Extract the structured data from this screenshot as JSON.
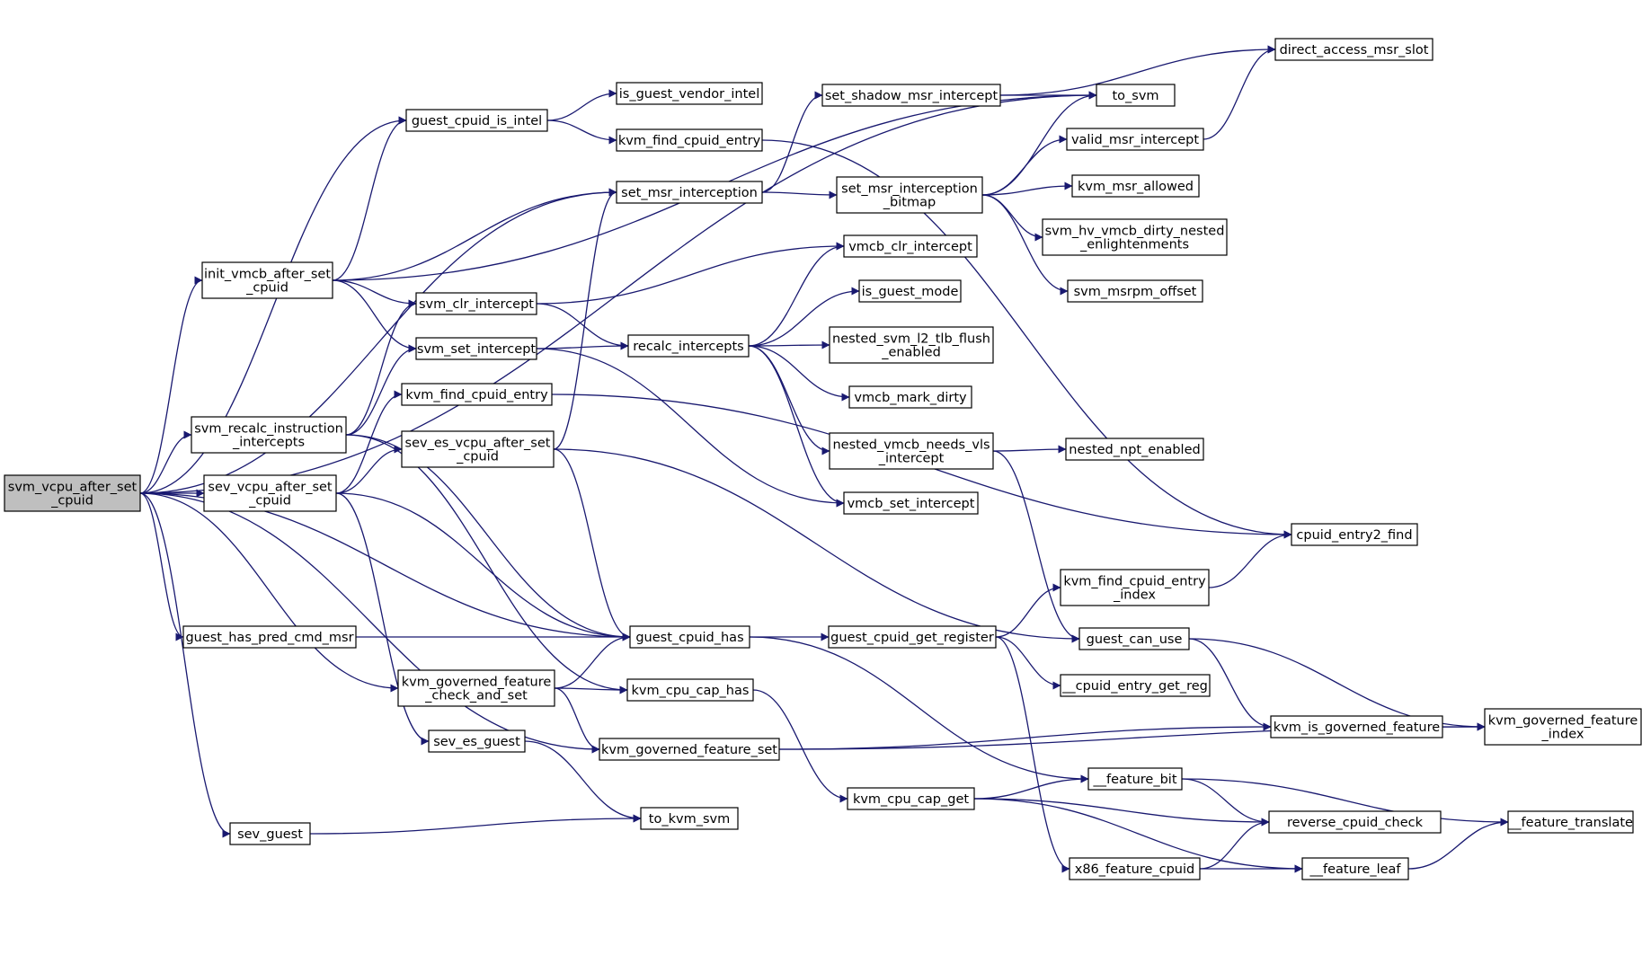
{
  "graph": {
    "type": "call-graph",
    "edge_color": "#191970",
    "root_fill": "#bfbfbf",
    "nodes": [
      {
        "id": "svm_vcpu_after_set_cpuid",
        "lines": [
          "svm_vcpu_after_set",
          "_cpuid"
        ],
        "root": true
      },
      {
        "id": "init_vmcb_after_set_cpuid",
        "lines": [
          "init_vmcb_after_set",
          "_cpuid"
        ]
      },
      {
        "id": "svm_recalc_instruction_intercepts",
        "lines": [
          "svm_recalc_instruction",
          "_intercepts"
        ]
      },
      {
        "id": "sev_vcpu_after_set_cpuid",
        "lines": [
          "sev_vcpu_after_set",
          "_cpuid"
        ]
      },
      {
        "id": "guest_has_pred_cmd_msr",
        "lines": [
          "guest_has_pred_cmd_msr"
        ]
      },
      {
        "id": "sev_guest",
        "lines": [
          "sev_guest"
        ]
      },
      {
        "id": "guest_cpuid_is_intel",
        "lines": [
          "guest_cpuid_is_intel"
        ]
      },
      {
        "id": "svm_clr_intercept",
        "lines": [
          "svm_clr_intercept"
        ]
      },
      {
        "id": "svm_set_intercept",
        "lines": [
          "svm_set_intercept"
        ]
      },
      {
        "id": "kvm_find_cpuid_entry_a",
        "lines": [
          "kvm_find_cpuid_entry"
        ]
      },
      {
        "id": "sev_es_vcpu_after_set_cpuid",
        "lines": [
          "sev_es_vcpu_after_set",
          "_cpuid"
        ]
      },
      {
        "id": "kvm_governed_feature_check_and_set",
        "lines": [
          "kvm_governed_feature",
          "_check_and_set"
        ]
      },
      {
        "id": "sev_es_guest",
        "lines": [
          "sev_es_guest"
        ]
      },
      {
        "id": "is_guest_vendor_intel",
        "lines": [
          "is_guest_vendor_intel"
        ]
      },
      {
        "id": "kvm_find_cpuid_entry_b",
        "lines": [
          "kvm_find_cpuid_entry"
        ]
      },
      {
        "id": "set_msr_interception",
        "lines": [
          "set_msr_interception"
        ]
      },
      {
        "id": "recalc_intercepts",
        "lines": [
          "recalc_intercepts"
        ]
      },
      {
        "id": "guest_cpuid_has",
        "lines": [
          "guest_cpuid_has"
        ]
      },
      {
        "id": "kvm_cpu_cap_has",
        "lines": [
          "kvm_cpu_cap_has"
        ]
      },
      {
        "id": "kvm_governed_feature_set",
        "lines": [
          "kvm_governed_feature_set"
        ]
      },
      {
        "id": "to_kvm_svm",
        "lines": [
          "to_kvm_svm"
        ]
      },
      {
        "id": "set_shadow_msr_intercept",
        "lines": [
          "set_shadow_msr_intercept"
        ]
      },
      {
        "id": "set_msr_interception_bitmap",
        "lines": [
          "set_msr_interception",
          "_bitmap"
        ]
      },
      {
        "id": "vmcb_clr_intercept",
        "lines": [
          "vmcb_clr_intercept"
        ]
      },
      {
        "id": "is_guest_mode",
        "lines": [
          "is_guest_mode"
        ]
      },
      {
        "id": "nested_svm_l2_tlb_flush_enabled",
        "lines": [
          "nested_svm_l2_tlb_flush",
          "_enabled"
        ]
      },
      {
        "id": "vmcb_mark_dirty",
        "lines": [
          "vmcb_mark_dirty"
        ]
      },
      {
        "id": "nested_vmcb_needs_vls_intercept",
        "lines": [
          "nested_vmcb_needs_vls",
          "_intercept"
        ]
      },
      {
        "id": "vmcb_set_intercept",
        "lines": [
          "vmcb_set_intercept"
        ]
      },
      {
        "id": "guest_cpuid_get_register",
        "lines": [
          "guest_cpuid_get_register"
        ]
      },
      {
        "id": "kvm_cpu_cap_get",
        "lines": [
          "kvm_cpu_cap_get"
        ]
      },
      {
        "id": "to_svm",
        "lines": [
          "to_svm"
        ]
      },
      {
        "id": "valid_msr_intercept",
        "lines": [
          "valid_msr_intercept"
        ]
      },
      {
        "id": "kvm_msr_allowed",
        "lines": [
          "kvm_msr_allowed"
        ]
      },
      {
        "id": "svm_hv_vmcb_dirty_nested_enlightenments",
        "lines": [
          "svm_hv_vmcb_dirty_nested",
          "_enlightenments"
        ]
      },
      {
        "id": "svm_msrpm_offset",
        "lines": [
          "svm_msrpm_offset"
        ]
      },
      {
        "id": "nested_npt_enabled",
        "lines": [
          "nested_npt_enabled"
        ]
      },
      {
        "id": "kvm_find_cpuid_entry_index",
        "lines": [
          "kvm_find_cpuid_entry",
          "_index"
        ]
      },
      {
        "id": "guest_can_use",
        "lines": [
          "guest_can_use"
        ]
      },
      {
        "id": "cpuid_entry_get_reg",
        "lines": [
          "__cpuid_entry_get_reg"
        ]
      },
      {
        "id": "kvm_is_governed_feature",
        "lines": [
          "kvm_is_governed_feature"
        ]
      },
      {
        "id": "feature_bit",
        "lines": [
          "__feature_bit"
        ]
      },
      {
        "id": "reverse_cpuid_check",
        "lines": [
          "reverse_cpuid_check"
        ]
      },
      {
        "id": "x86_feature_cpuid",
        "lines": [
          "x86_feature_cpuid"
        ]
      },
      {
        "id": "feature_leaf",
        "lines": [
          "__feature_leaf"
        ]
      },
      {
        "id": "direct_access_msr_slot",
        "lines": [
          "direct_access_msr_slot"
        ]
      },
      {
        "id": "cpuid_entry2_find",
        "lines": [
          "cpuid_entry2_find"
        ]
      },
      {
        "id": "kvm_governed_feature_index",
        "lines": [
          "kvm_governed_feature",
          "_index"
        ]
      },
      {
        "id": "feature_translate",
        "lines": [
          "__feature_translate"
        ]
      }
    ],
    "edges": [
      [
        "svm_vcpu_after_set_cpuid",
        "init_vmcb_after_set_cpuid"
      ],
      [
        "svm_vcpu_after_set_cpuid",
        "svm_recalc_instruction_intercepts"
      ],
      [
        "svm_vcpu_after_set_cpuid",
        "sev_vcpu_after_set_cpuid"
      ],
      [
        "svm_vcpu_after_set_cpuid",
        "guest_has_pred_cmd_msr"
      ],
      [
        "svm_vcpu_after_set_cpuid",
        "sev_guest"
      ],
      [
        "svm_vcpu_after_set_cpuid",
        "kvm_governed_feature_check_and_set"
      ],
      [
        "svm_vcpu_after_set_cpuid",
        "kvm_governed_feature_set"
      ],
      [
        "svm_vcpu_after_set_cpuid",
        "guest_cpuid_has"
      ],
      [
        "svm_vcpu_after_set_cpuid",
        "guest_cpuid_is_intel"
      ],
      [
        "svm_vcpu_after_set_cpuid",
        "set_msr_interception"
      ],
      [
        "svm_vcpu_after_set_cpuid",
        "to_svm"
      ],
      [
        "init_vmcb_after_set_cpuid",
        "guest_cpuid_is_intel"
      ],
      [
        "init_vmcb_after_set_cpuid",
        "set_msr_interception"
      ],
      [
        "init_vmcb_after_set_cpuid",
        "svm_clr_intercept"
      ],
      [
        "init_vmcb_after_set_cpuid",
        "svm_set_intercept"
      ],
      [
        "init_vmcb_after_set_cpuid",
        "to_svm"
      ],
      [
        "svm_recalc_instruction_intercepts",
        "svm_clr_intercept"
      ],
      [
        "svm_recalc_instruction_intercepts",
        "svm_set_intercept"
      ],
      [
        "svm_recalc_instruction_intercepts",
        "guest_cpuid_has"
      ],
      [
        "svm_recalc_instruction_intercepts",
        "kvm_cpu_cap_has"
      ],
      [
        "sev_vcpu_after_set_cpuid",
        "kvm_find_cpuid_entry_a"
      ],
      [
        "sev_vcpu_after_set_cpuid",
        "sev_es_vcpu_after_set_cpuid"
      ],
      [
        "sev_vcpu_after_set_cpuid",
        "sev_es_guest"
      ],
      [
        "sev_vcpu_after_set_cpuid",
        "guest_cpuid_has"
      ],
      [
        "guest_has_pred_cmd_msr",
        "guest_cpuid_has"
      ],
      [
        "sev_guest",
        "to_kvm_svm"
      ],
      [
        "guest_cpuid_is_intel",
        "is_guest_vendor_intel"
      ],
      [
        "guest_cpuid_is_intel",
        "kvm_find_cpuid_entry_b"
      ],
      [
        "svm_clr_intercept",
        "vmcb_clr_intercept"
      ],
      [
        "svm_clr_intercept",
        "recalc_intercepts"
      ],
      [
        "svm_set_intercept",
        "recalc_intercepts"
      ],
      [
        "svm_set_intercept",
        "vmcb_set_intercept"
      ],
      [
        "kvm_find_cpuid_entry_a",
        "cpuid_entry2_find"
      ],
      [
        "sev_es_vcpu_after_set_cpuid",
        "set_msr_interception"
      ],
      [
        "sev_es_vcpu_after_set_cpuid",
        "guest_cpuid_has"
      ],
      [
        "sev_es_vcpu_after_set_cpuid",
        "guest_can_use"
      ],
      [
        "kvm_governed_feature_check_and_set",
        "guest_cpuid_has"
      ],
      [
        "kvm_governed_feature_check_and_set",
        "kvm_cpu_cap_has"
      ],
      [
        "kvm_governed_feature_check_and_set",
        "kvm_governed_feature_set"
      ],
      [
        "sev_es_guest",
        "to_kvm_svm"
      ],
      [
        "kvm_find_cpuid_entry_b",
        "cpuid_entry2_find"
      ],
      [
        "set_msr_interception",
        "set_shadow_msr_intercept"
      ],
      [
        "set_msr_interception",
        "set_msr_interception_bitmap"
      ],
      [
        "recalc_intercepts",
        "vmcb_clr_intercept"
      ],
      [
        "recalc_intercepts",
        "is_guest_mode"
      ],
      [
        "recalc_intercepts",
        "nested_svm_l2_tlb_flush_enabled"
      ],
      [
        "recalc_intercepts",
        "vmcb_mark_dirty"
      ],
      [
        "recalc_intercepts",
        "nested_vmcb_needs_vls_intercept"
      ],
      [
        "recalc_intercepts",
        "vmcb_set_intercept"
      ],
      [
        "guest_cpuid_has",
        "guest_cpuid_get_register"
      ],
      [
        "guest_cpuid_has",
        "feature_bit"
      ],
      [
        "kvm_cpu_cap_has",
        "kvm_cpu_cap_get"
      ],
      [
        "kvm_governed_feature_set",
        "kvm_is_governed_feature"
      ],
      [
        "kvm_governed_feature_set",
        "kvm_governed_feature_index"
      ],
      [
        "set_shadow_msr_intercept",
        "to_svm"
      ],
      [
        "set_shadow_msr_intercept",
        "direct_access_msr_slot"
      ],
      [
        "set_msr_interception_bitmap",
        "to_svm"
      ],
      [
        "set_msr_interception_bitmap",
        "valid_msr_intercept"
      ],
      [
        "set_msr_interception_bitmap",
        "kvm_msr_allowed"
      ],
      [
        "set_msr_interception_bitmap",
        "svm_hv_vmcb_dirty_nested_enlightenments"
      ],
      [
        "set_msr_interception_bitmap",
        "svm_msrpm_offset"
      ],
      [
        "nested_vmcb_needs_vls_intercept",
        "nested_npt_enabled"
      ],
      [
        "nested_vmcb_needs_vls_intercept",
        "guest_can_use"
      ],
      [
        "guest_cpuid_get_register",
        "kvm_find_cpuid_entry_index"
      ],
      [
        "guest_cpuid_get_register",
        "cpuid_entry_get_reg"
      ],
      [
        "guest_cpuid_get_register",
        "x86_feature_cpuid"
      ],
      [
        "kvm_cpu_cap_get",
        "feature_bit"
      ],
      [
        "kvm_cpu_cap_get",
        "reverse_cpuid_check"
      ],
      [
        "kvm_cpu_cap_get",
        "feature_leaf"
      ],
      [
        "valid_msr_intercept",
        "direct_access_msr_slot"
      ],
      [
        "kvm_find_cpuid_entry_index",
        "cpuid_entry2_find"
      ],
      [
        "guest_can_use",
        "kvm_is_governed_feature"
      ],
      [
        "guest_can_use",
        "kvm_governed_feature_index"
      ],
      [
        "kvm_is_governed_feature",
        "kvm_governed_feature_index"
      ],
      [
        "feature_bit",
        "reverse_cpuid_check"
      ],
      [
        "feature_bit",
        "feature_translate"
      ],
      [
        "x86_feature_cpuid",
        "reverse_cpuid_check"
      ],
      [
        "x86_feature_cpuid",
        "feature_leaf"
      ],
      [
        "feature_leaf",
        "feature_translate"
      ],
      [
        "kvm_find_cpuid_entry_b",
        "cpuid_entry2_find"
      ]
    ]
  }
}
